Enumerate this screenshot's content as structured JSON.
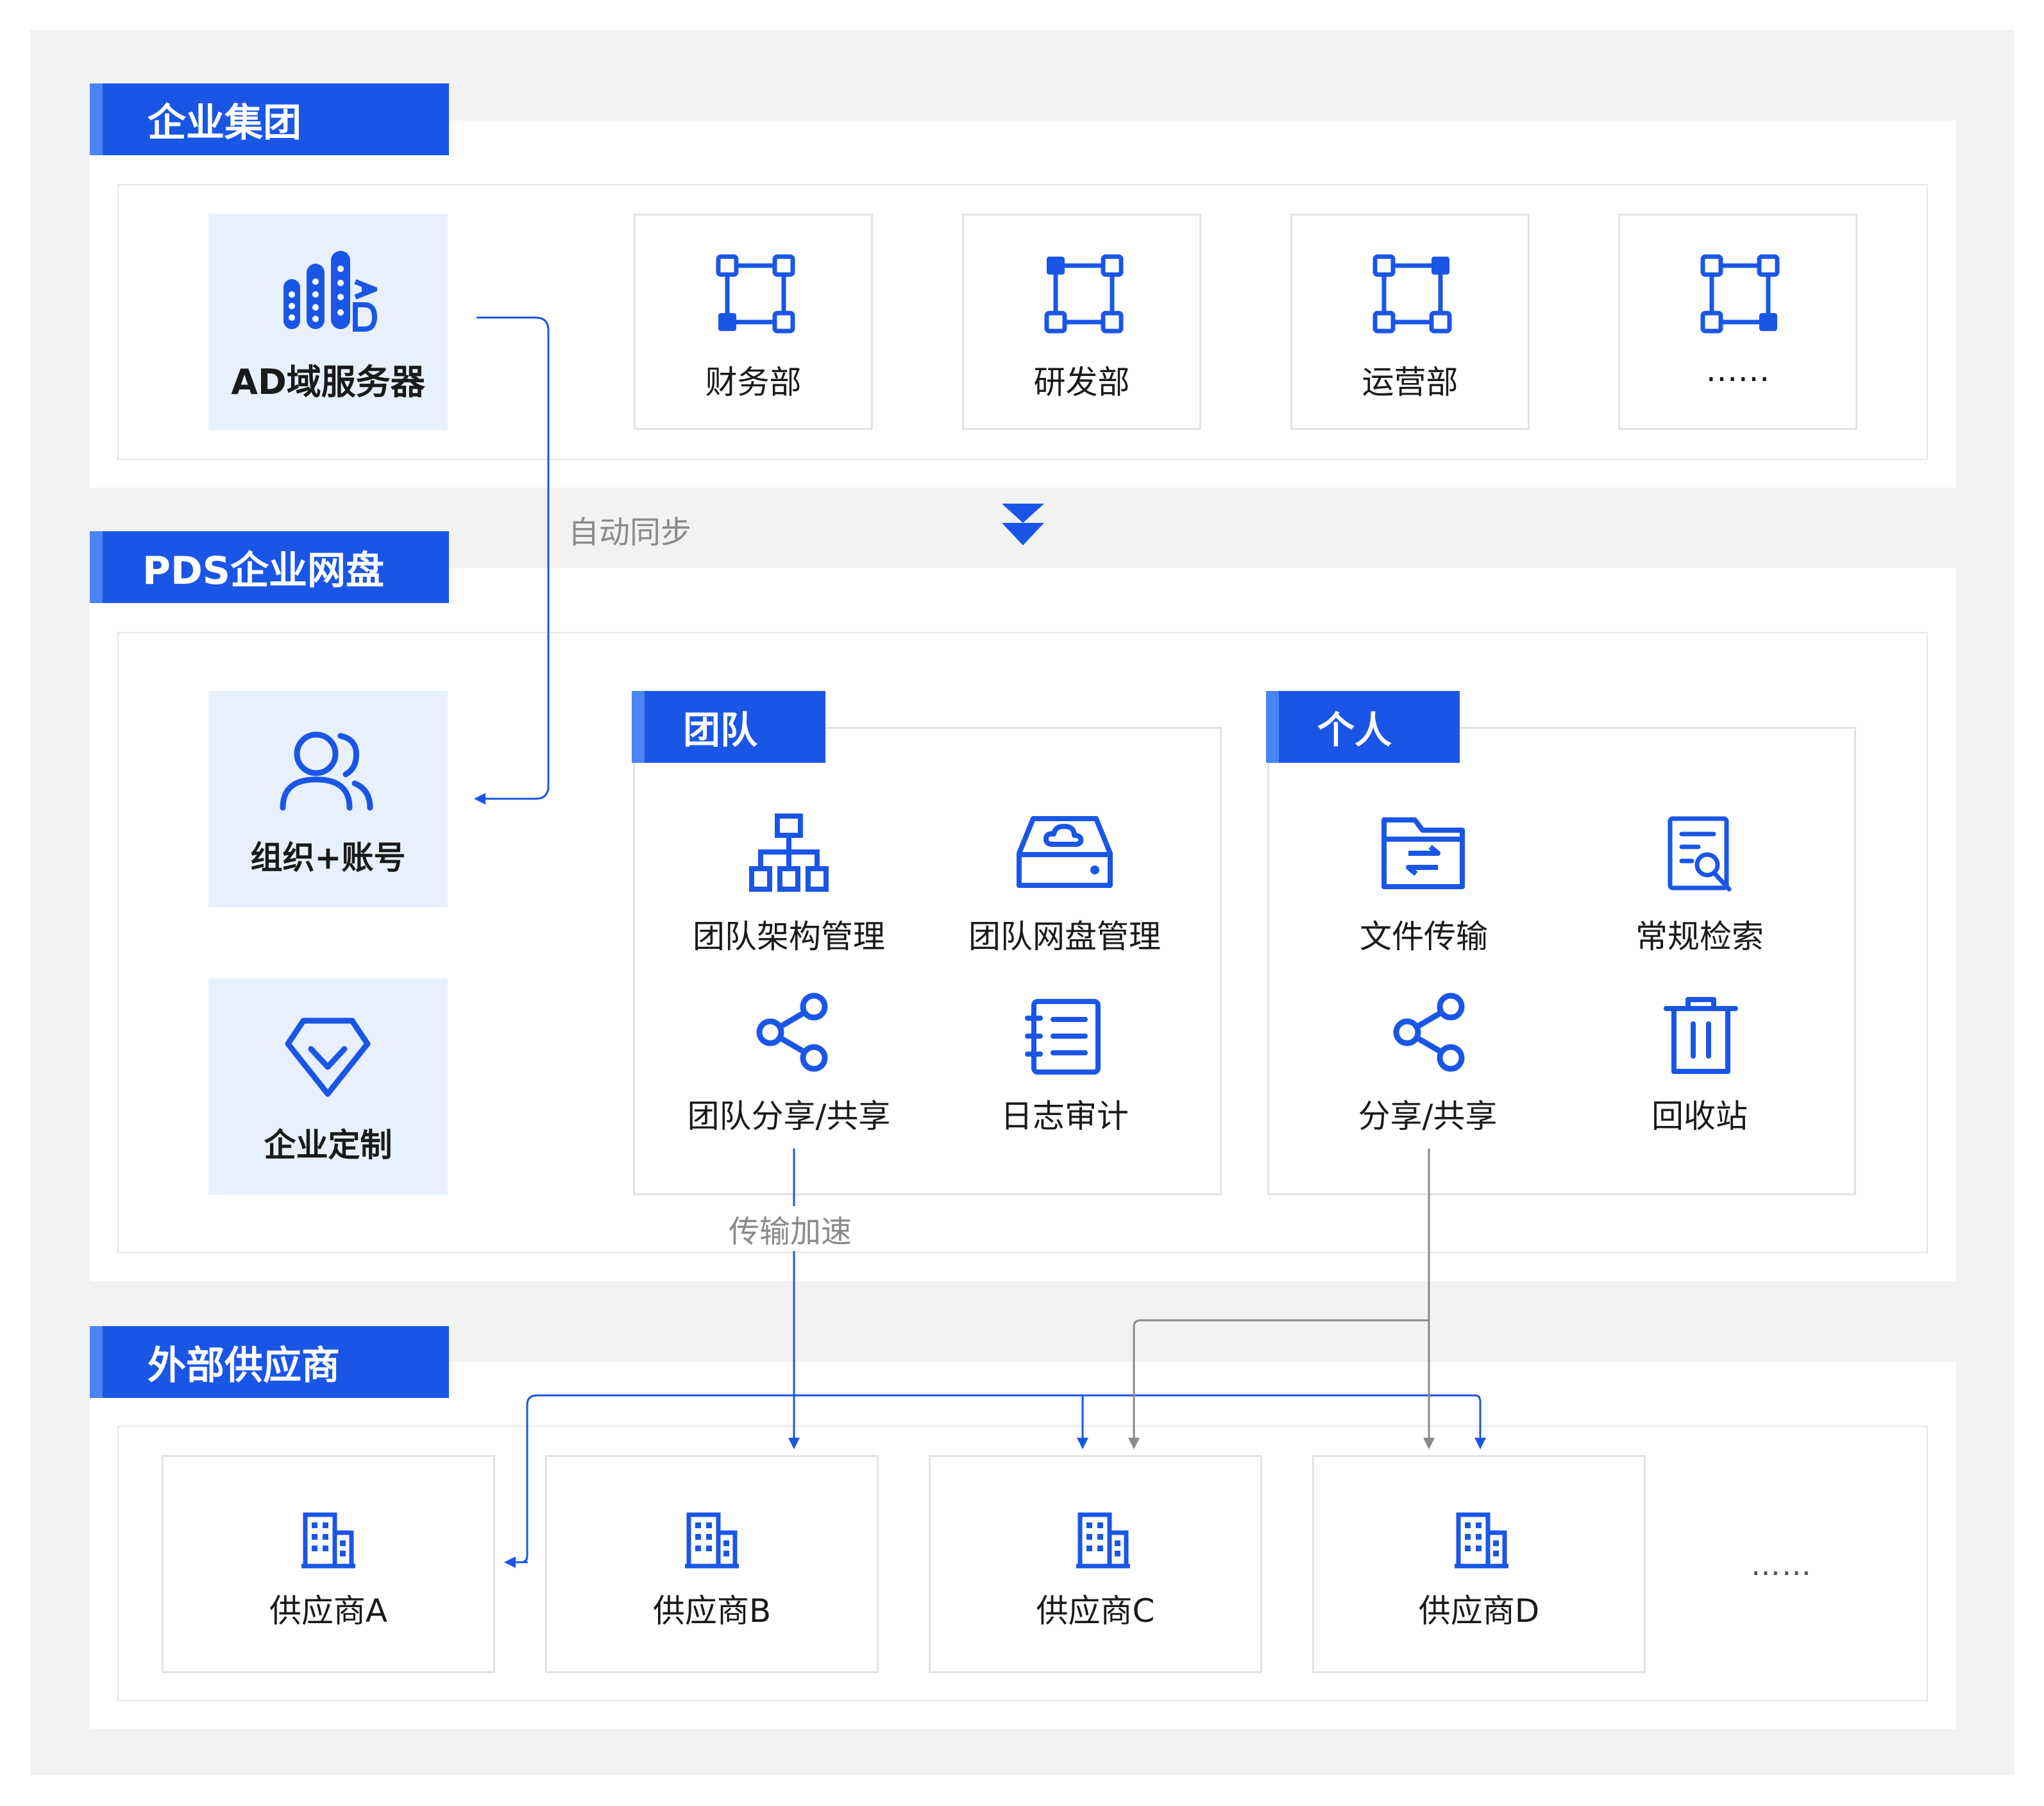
{
  "sections": {
    "enterprise": {
      "title": "企业集团"
    },
    "pds": {
      "title": "PDS企业网盘"
    },
    "suppliers": {
      "title": "外部供应商"
    }
  },
  "enterprise": {
    "ad_server": "AD域服务器",
    "departments": [
      "财务部",
      "研发部",
      "运营部",
      "……"
    ]
  },
  "connectors": {
    "auto_sync": "自动同步",
    "transfer_accel": "传输加速"
  },
  "pds": {
    "org_account": "组织+账号",
    "custom": "企业定制",
    "team": {
      "title": "团队",
      "items": [
        "团队架构管理",
        "团队网盘管理",
        "团队分享/共享",
        "日志审计"
      ]
    },
    "personal": {
      "title": "个人",
      "items": [
        "文件传输",
        "常规检索",
        "分享/共享",
        "回收站"
      ]
    }
  },
  "suppliers": {
    "items": [
      "供应商A",
      "供应商B",
      "供应商C",
      "供应商D"
    ],
    "more": "……"
  },
  "colors": {
    "brand": "#1a56e6",
    "brand_light": "#4a84f5",
    "icon": "#1a56e6",
    "card_blue": "#e8f0fd",
    "connector_grey": "#8a8a8a"
  }
}
